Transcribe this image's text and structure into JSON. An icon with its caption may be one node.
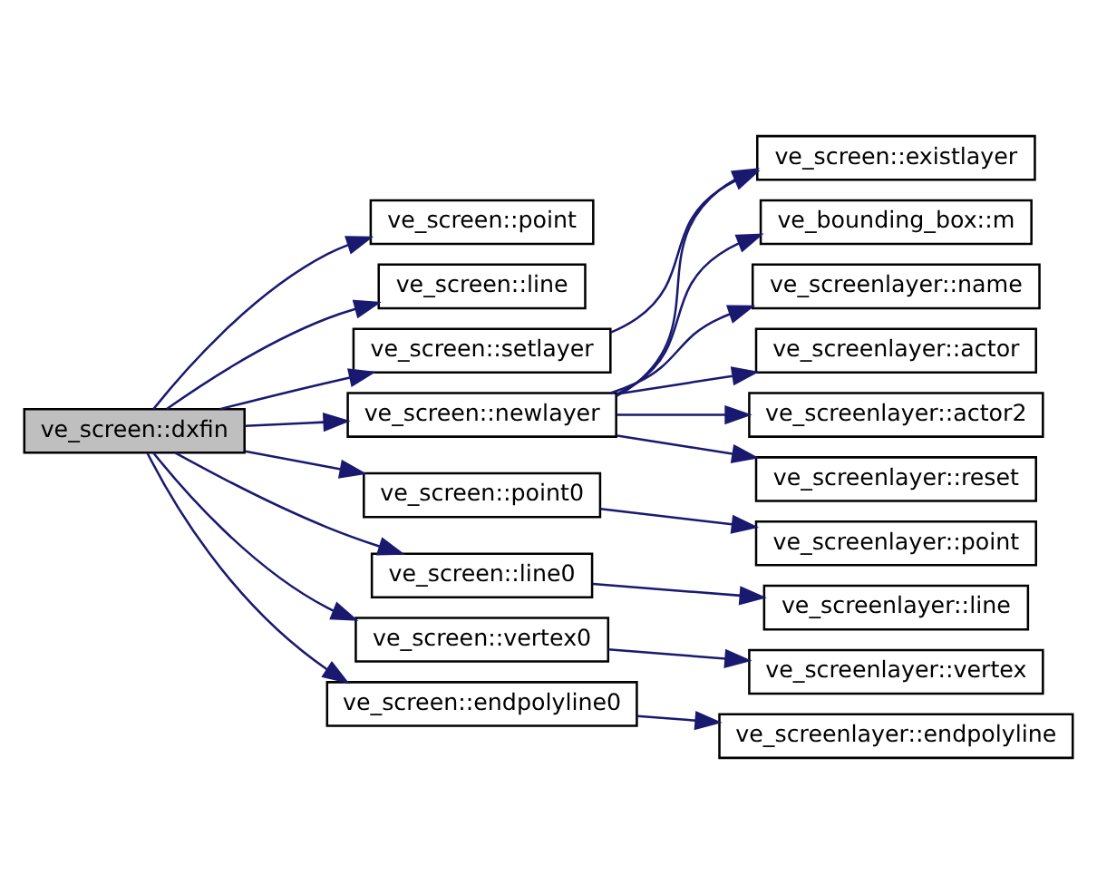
{
  "diagram": {
    "nodes": [
      {
        "text": [
          "ve_screen::dxfin"
        ]
      },
      {
        "text": [
          "ve_screen::point"
        ]
      },
      {
        "text": [
          "ve_screen::line"
        ]
      },
      {
        "text": [
          "ve_screen::setlayer"
        ]
      },
      {
        "text": [
          "ve_screen::newlayer"
        ]
      },
      {
        "text": [
          "ve_screen::point0"
        ]
      },
      {
        "text": [
          "ve_screen::line0"
        ]
      },
      {
        "text": [
          "ve_screen::vertex0"
        ]
      },
      {
        "text": [
          "ve_screen::endpolyline0"
        ]
      },
      {
        "text": [
          "ve_screen::existlayer"
        ]
      },
      {
        "text": [
          "ve_bounding_box::m"
        ]
      },
      {
        "text": [
          "ve_screenlayer::name"
        ]
      },
      {
        "text": [
          "ve_screenlayer::actor"
        ]
      },
      {
        "text": [
          "ve_screenlayer::actor2"
        ]
      },
      {
        "text": [
          "ve_screenlayer::reset"
        ]
      },
      {
        "text": [
          "ve_screenlayer::point"
        ]
      },
      {
        "text": [
          "ve_screenlayer::line"
        ]
      },
      {
        "text": [
          "ve_screenlayer::vertex"
        ]
      },
      {
        "text": [
          "ve_screenlayer::endpolyline"
        ]
      }
    ],
    "edges": [
      {
        "from": 0,
        "to": 1,
        "arrow": "to"
      },
      {
        "from": 0,
        "to": 2,
        "arrow": "to"
      },
      {
        "from": 0,
        "to": 3,
        "arrow": "to"
      },
      {
        "from": 0,
        "to": 4,
        "arrow": "to"
      },
      {
        "from": 0,
        "to": 5,
        "arrow": "to"
      },
      {
        "from": 0,
        "to": 6,
        "arrow": "to"
      },
      {
        "from": 0,
        "to": 7,
        "arrow": "to"
      },
      {
        "from": 0,
        "to": 8,
        "arrow": "to"
      },
      {
        "from": 3,
        "to": 9,
        "arrow": "to"
      },
      {
        "from": 4,
        "to": 9,
        "arrow": "to"
      },
      {
        "from": 4,
        "to": 10,
        "arrow": "to"
      },
      {
        "from": 4,
        "to": 11,
        "arrow": "to"
      },
      {
        "from": 4,
        "to": 12,
        "arrow": "to"
      },
      {
        "from": 4,
        "to": 13,
        "arrow": "to"
      },
      {
        "from": 4,
        "to": 14,
        "arrow": "to"
      },
      {
        "from": 5,
        "to": 15,
        "arrow": "to"
      },
      {
        "from": 6,
        "to": 16,
        "arrow": "to"
      },
      {
        "from": 7,
        "to": 17,
        "arrow": "to"
      },
      {
        "from": 8,
        "to": 18,
        "arrow": "to"
      }
    ]
  }
}
